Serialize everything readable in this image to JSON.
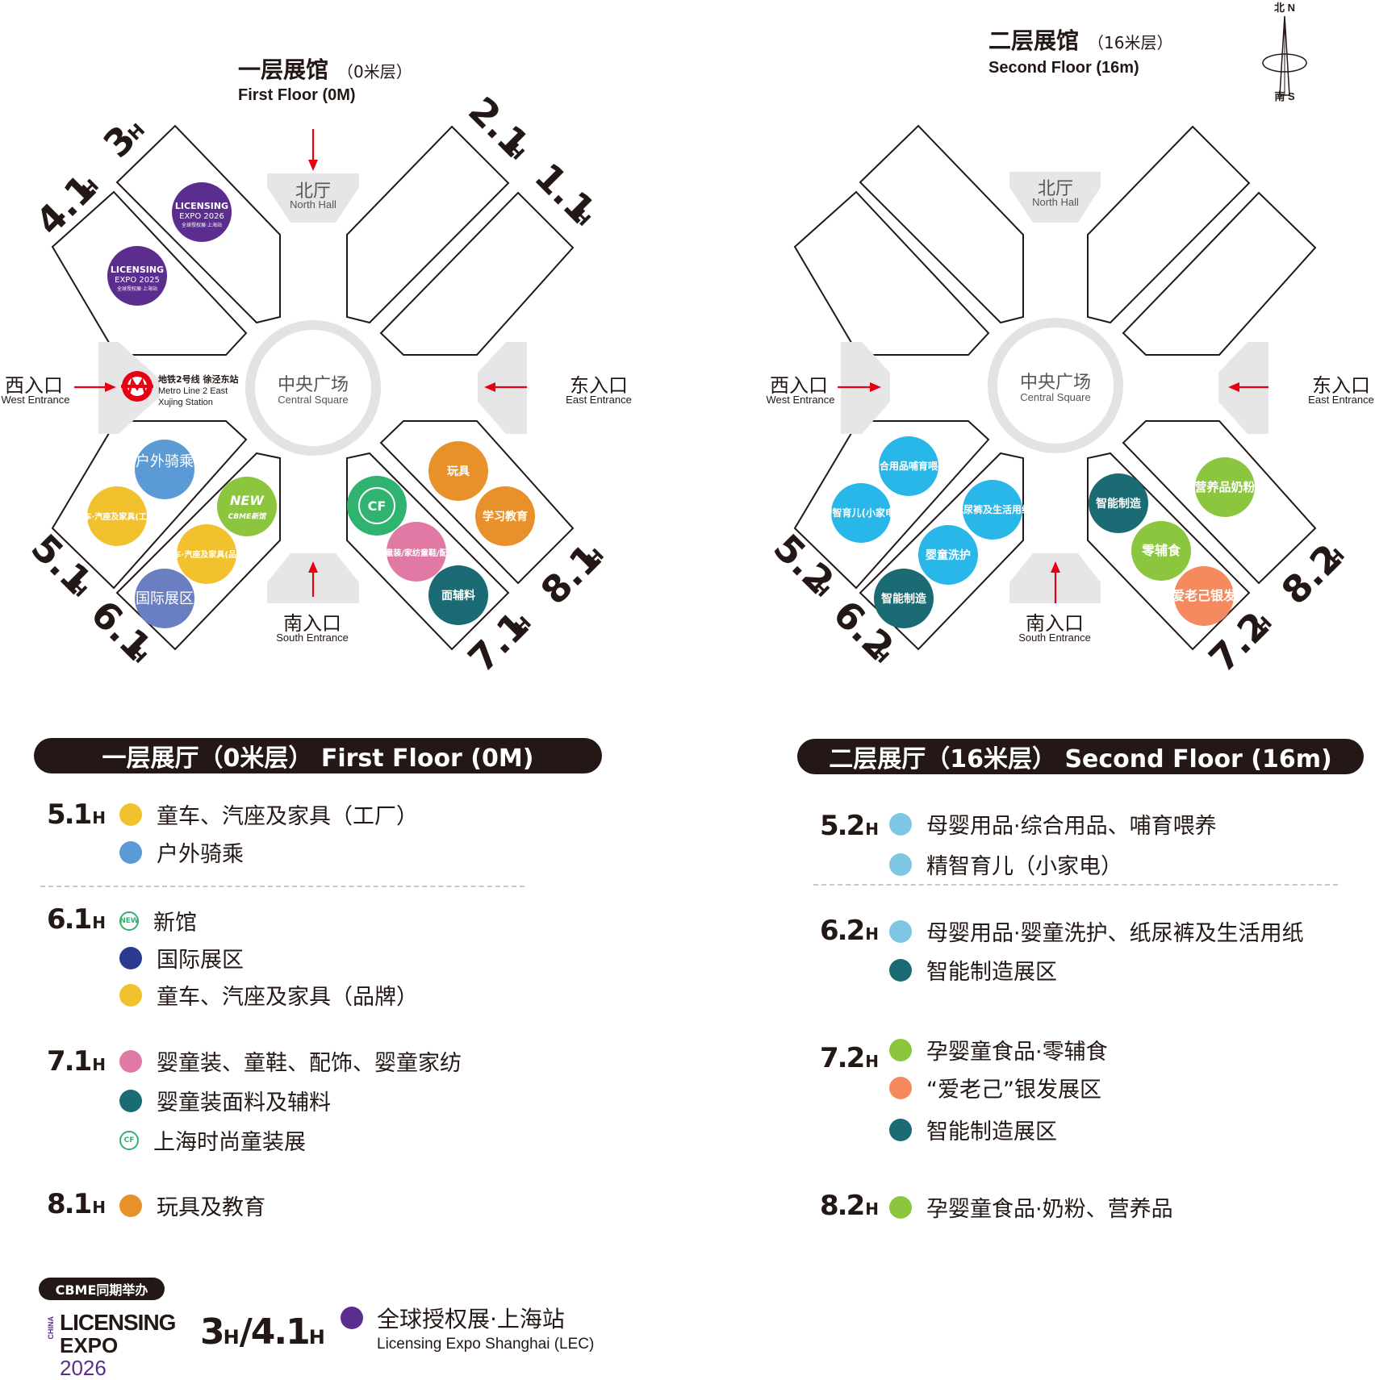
{
  "colors": {
    "yellow": "#f2c12e",
    "blue": "#5b9bd5",
    "green": "#8cc63f",
    "navy": "#2b3990",
    "periwinkle": "#6a7fc1",
    "pink": "#e07aa4",
    "teal": "#1a6b73",
    "orange": "#e8912b",
    "purple": "#5b2d8e",
    "lightblue": "#7fc6e4",
    "cyan": "#29b6e8",
    "coral": "#f58a5e",
    "emerald": "#2fb36e"
  },
  "floor1": {
    "title_zh": "一层展馆",
    "title_sub": "（0米层）",
    "title_en": "First Floor (0M)",
    "north_zh": "北厅",
    "north_en": "North Hall",
    "center_zh": "中央广场",
    "center_en": "Central Square",
    "west_zh": "西入口",
    "west_en": "West Entrance",
    "east_zh": "东入口",
    "east_en": "East Entrance",
    "south_zh": "南入口",
    "south_en": "South Entrance",
    "metro_zh": "地铁2号线 徐泾东站",
    "metro_en1": "Metro Line 2  East",
    "metro_en2": "Xujing Station",
    "halls": {
      "h3": "3",
      "h41": "4.1",
      "h21": "2.1",
      "h11": "1.1",
      "h51": "5.1",
      "h61": "6.1",
      "h71": "7.1",
      "h81": "8.1",
      "suffix": "H"
    },
    "circles": {
      "c1": "户外骑乘",
      "c2": "童车·汽座及家具(工厂)",
      "c3": "童车·汽座及家具(品牌)",
      "c4": "国际展区",
      "c5": "玩具",
      "c6": "学习教育",
      "c7": "婴童装/家纺童鞋/配饰",
      "c8": "面辅料",
      "new": "NEW",
      "new_sub": "CBME新馆",
      "cf": "CF",
      "lec1": "LICENSING",
      "lec2": "EXPO 2026",
      "lec3": "全球授权展·上海站",
      "lec4": "LICENSING",
      "lec5": "EXPO 2025",
      "lec6": "全球授权展·上海站"
    }
  },
  "floor2": {
    "title_zh": "二层展馆",
    "title_sub": "（16米层）",
    "title_en": "Second Floor (16m)",
    "compass_n": "北 N",
    "compass_s": "南 S",
    "north_zh": "北厅",
    "north_en": "North Hall",
    "center_zh": "中央广场",
    "center_en": "Central Square",
    "west_zh": "西入口",
    "west_en": "West Entrance",
    "east_zh": "东入口",
    "east_en": "East Entrance",
    "south_zh": "南入口",
    "south_en": "South Entrance",
    "halls": {
      "h52": "5.2",
      "h62": "6.2",
      "h72": "7.2",
      "h82": "8.2",
      "suffix": "H"
    },
    "circles": {
      "c1": "综合用品哺育喂养",
      "c2": "精智育儿(小家电)",
      "c3": "纸尿裤及生活用纸",
      "c4": "婴童洗护",
      "c5": "智能制造",
      "c6": "智能制造",
      "c7": "营养品奶粉",
      "c8": "零辅食",
      "c9": "爱老己银发"
    }
  },
  "legend1": {
    "banner": "一层展厅（0米层） First Floor (0M)",
    "suffix": "H",
    "r51": {
      "label": "5.1",
      "items": [
        "童车、汽座及家具（工厂）",
        "户外骑乘"
      ]
    },
    "r61": {
      "label": "6.1",
      "items": [
        "新馆",
        "国际展区",
        "童车、汽座及家具（品牌）"
      ]
    },
    "r71": {
      "label": "7.1",
      "items": [
        "婴童装、童鞋、配饰、婴童家纺",
        "婴童装面料及辅料",
        "上海时尚童装展"
      ]
    },
    "r81": {
      "label": "8.1",
      "items": [
        "玩具及教育"
      ]
    }
  },
  "legend2": {
    "banner": "二层展厅（16米层） Second Floor (16m)",
    "suffix": "H",
    "r52": {
      "label": "5.2",
      "items": [
        "母婴用品·综合用品、哺育喂养",
        "精智育儿（小家电）"
      ]
    },
    "r62": {
      "label": "6.2",
      "items": [
        "母婴用品·婴童洗护、纸尿裤及生活用纸",
        "智能制造展区"
      ]
    },
    "r72": {
      "label": "7.2",
      "items": [
        "孕婴童食品·零辅食",
        "“爱老己”银发展区",
        "智能制造展区"
      ]
    },
    "r82": {
      "label": "8.2",
      "items": [
        "孕婴童食品·奶粉、营养品"
      ]
    }
  },
  "lec": {
    "tag": "CBME同期举办",
    "china": "CHINA",
    "logo1": "LICENSING",
    "logo2": "EXPO",
    "logo_year": "2026",
    "hall_a": "3",
    "hall_b": "4.1",
    "suffix": "H",
    "sep": "/",
    "title": "全球授权展·上海站",
    "title_en": "Licensing Expo Shanghai (LEC)"
  },
  "compass": {
    "north": "北 N",
    "south": "南 S"
  }
}
